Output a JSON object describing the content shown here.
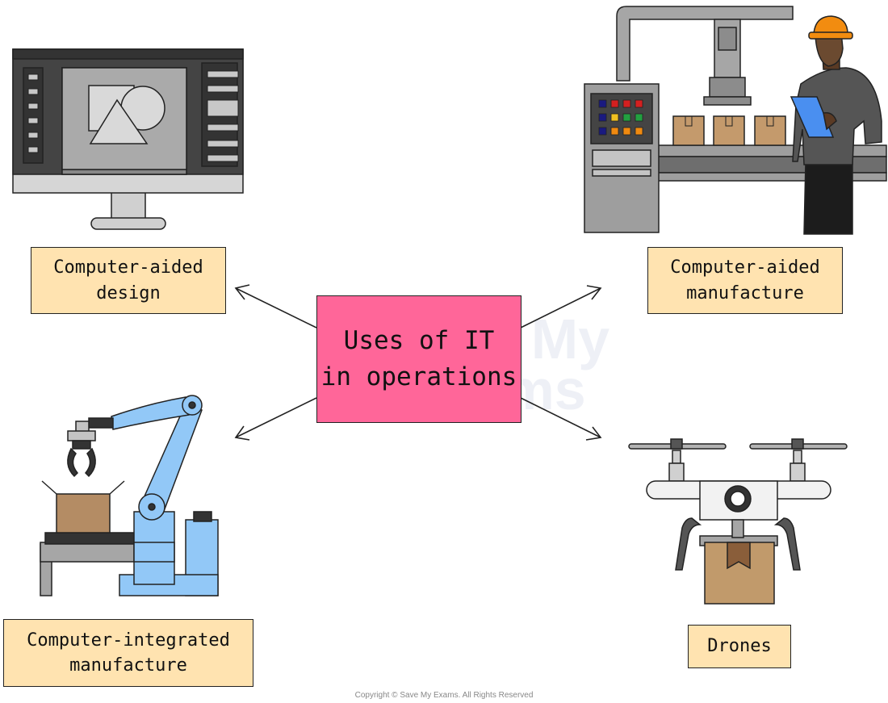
{
  "center": {
    "label": "Uses of IT\nin operations",
    "color": "#ff6699"
  },
  "nodes": {
    "cad": {
      "label": "Computer-aided\ndesign"
    },
    "cam": {
      "label": "Computer-aided\nmanufacture"
    },
    "cim": {
      "label": "Computer-integrated\nmanufacture"
    },
    "drones": {
      "label": "Drones"
    }
  },
  "colors": {
    "label_fill": "#ffe3b0",
    "center_fill": "#ff6699",
    "robot_blue": "#92c8f7",
    "box_brown": "#c19a6b"
  },
  "illustrations": {
    "cad": "computer-monitor-icon",
    "cam": "factory-worker-icon",
    "cim": "robot-arm-icon",
    "drones": "drone-icon"
  },
  "watermark": {
    "line1": "Save My",
    "line2": "Exams"
  },
  "footer": {
    "copyright": "Copyright © Save My Exams. All Rights Reserved"
  }
}
